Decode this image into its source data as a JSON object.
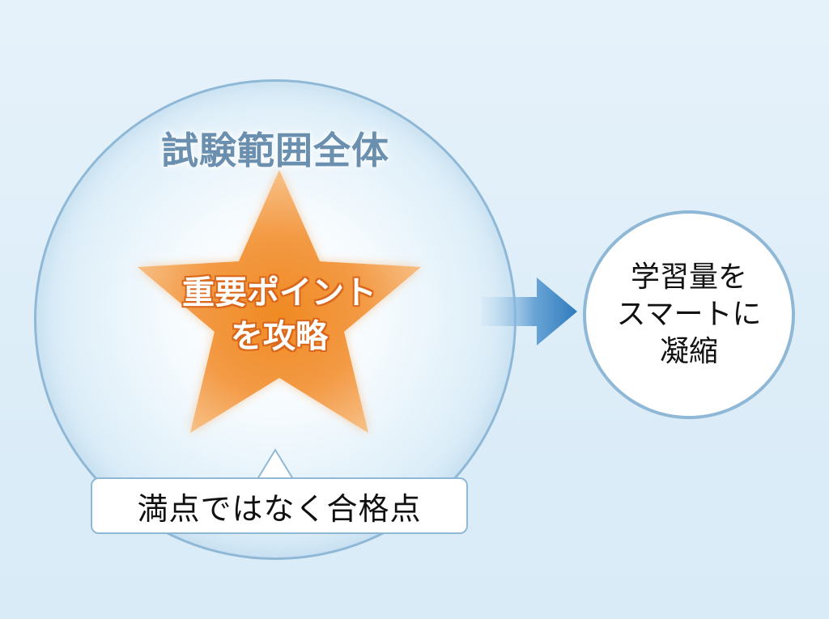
{
  "diagram": {
    "scope_circle": {
      "title": "試験範囲全体"
    },
    "star": {
      "lines": [
        "重要ポイント",
        "を攻略"
      ]
    },
    "callout": {
      "text": "満点ではなく合格点"
    },
    "arrow": {
      "direction": "right"
    },
    "result_circle": {
      "lines": [
        "学習量を",
        "スマートに",
        "凝縮"
      ]
    }
  },
  "colors": {
    "background": "#dfeef9",
    "circle_border": "#8fb8d6",
    "title_text": "#6b8fae",
    "star_fill": "#f0922f",
    "star_text_outline": "#d9681c",
    "arrow_fill": "#3f86c3",
    "body_text": "#111111"
  }
}
